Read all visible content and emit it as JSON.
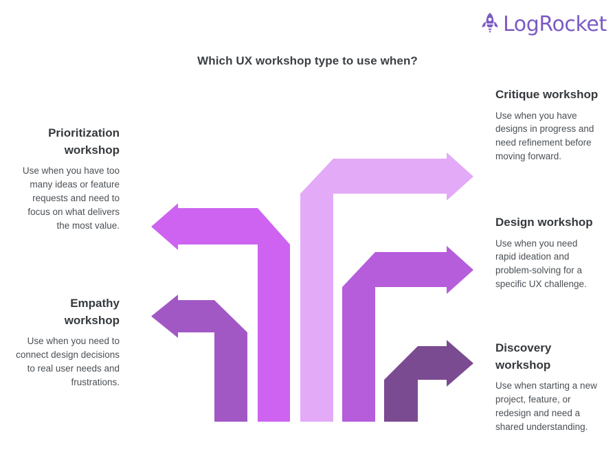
{
  "brand": {
    "name": "LogRocket",
    "logo_icon": "rocket-icon",
    "color": "#7b5ac4"
  },
  "title": "Which UX workshop type to use when?",
  "callouts": [
    {
      "id": "prioritization",
      "heading": "Prioritization workshop",
      "body": "Use when you have too many ideas or feature requests and need to focus on what delivers the most value.",
      "side": "left",
      "color": "#cd63f0"
    },
    {
      "id": "empathy",
      "heading": "Empathy workshop",
      "body": "Use when you need to connect design decisions to real user needs and frustrations.",
      "side": "left",
      "color": "#a158c4"
    },
    {
      "id": "critique",
      "heading": "Critique workshop",
      "body": "Use when you have designs in progress and need refinement before moving forward.",
      "side": "right",
      "color": "#e3aaf7"
    },
    {
      "id": "design",
      "heading": "Design workshop",
      "body": "Use when you need rapid ideation and problem-solving for a specific UX challenge.",
      "side": "right",
      "color": "#b65ddb"
    },
    {
      "id": "discovery",
      "heading": "Discovery workshop",
      "body": "Use when starting a new project, feature, or redesign and need a shared understanding.",
      "side": "right",
      "color": "#7a4b91"
    }
  ],
  "chart_data": {
    "type": "bar",
    "title": "Which UX workshop type to use when?",
    "xlabel": "",
    "ylabel": "",
    "grid": false,
    "legend": "none",
    "note": "Stylized bar chart; each bar carries a directional arrow callout pointing to its label. Values are relative bar heights in pixels read off the graphic (baseline y=614).",
    "categories": [
      "Empathy workshop",
      "Prioritization workshop",
      "Critique workshop",
      "Design workshop",
      "Discovery workshop"
    ],
    "values": [
      130,
      258,
      332,
      196,
      61
    ],
    "ylim": [
      0,
      340
    ],
    "colors": [
      "#a158c4",
      "#cd63f0",
      "#e3aaf7",
      "#b65ddb",
      "#7a4b91"
    ],
    "arrow_directions": [
      "left",
      "left",
      "right",
      "right",
      "right"
    ]
  },
  "bars": [
    {
      "name": "empathy",
      "x": 312,
      "width": 48,
      "top": 484,
      "bottom": 614,
      "color": "#a158c4",
      "arrow": {
        "dir": "left",
        "tip_x": 220,
        "shaft_top": 437,
        "shaft_bottom": 484,
        "head_top": 429,
        "head_bottom": 492,
        "elbow_x": 312,
        "ramp_x": 360
      }
    },
    {
      "name": "prioritization",
      "x": 375,
      "width": 47,
      "top": 356,
      "bottom": 614,
      "color": "#cd63f0",
      "arrow": {
        "dir": "left",
        "tip_x": 220,
        "shaft_top": 303,
        "shaft_bottom": 356,
        "head_top": 296,
        "head_bottom": 364,
        "elbow_x": 375,
        "ramp_x": 422
      }
    },
    {
      "name": "critique",
      "x": 437,
      "width": 48,
      "top": 282,
      "bottom": 614,
      "color": "#e3aaf7",
      "arrow": {
        "dir": "right",
        "tip_x": 689,
        "shaft_top": 231,
        "shaft_bottom": 282,
        "head_top": 222,
        "head_bottom": 292,
        "elbow_x": 485,
        "ramp_x": 437
      }
    },
    {
      "name": "design",
      "x": 498,
      "width": 48,
      "top": 418,
      "bottom": 614,
      "color": "#b65ddb",
      "arrow": {
        "dir": "right",
        "tip_x": 689,
        "shaft_top": 367,
        "shaft_bottom": 418,
        "head_top": 358,
        "head_bottom": 428,
        "elbow_x": 546,
        "ramp_x": 498
      }
    },
    {
      "name": "discovery",
      "x": 559,
      "width": 49,
      "top": 553,
      "bottom": 614,
      "color": "#7a4b91",
      "arrow": {
        "dir": "right",
        "tip_x": 689,
        "shaft_top": 504,
        "shaft_bottom": 553,
        "head_top": 495,
        "head_bottom": 563,
        "elbow_x": 608,
        "ramp_x": 559
      }
    }
  ]
}
